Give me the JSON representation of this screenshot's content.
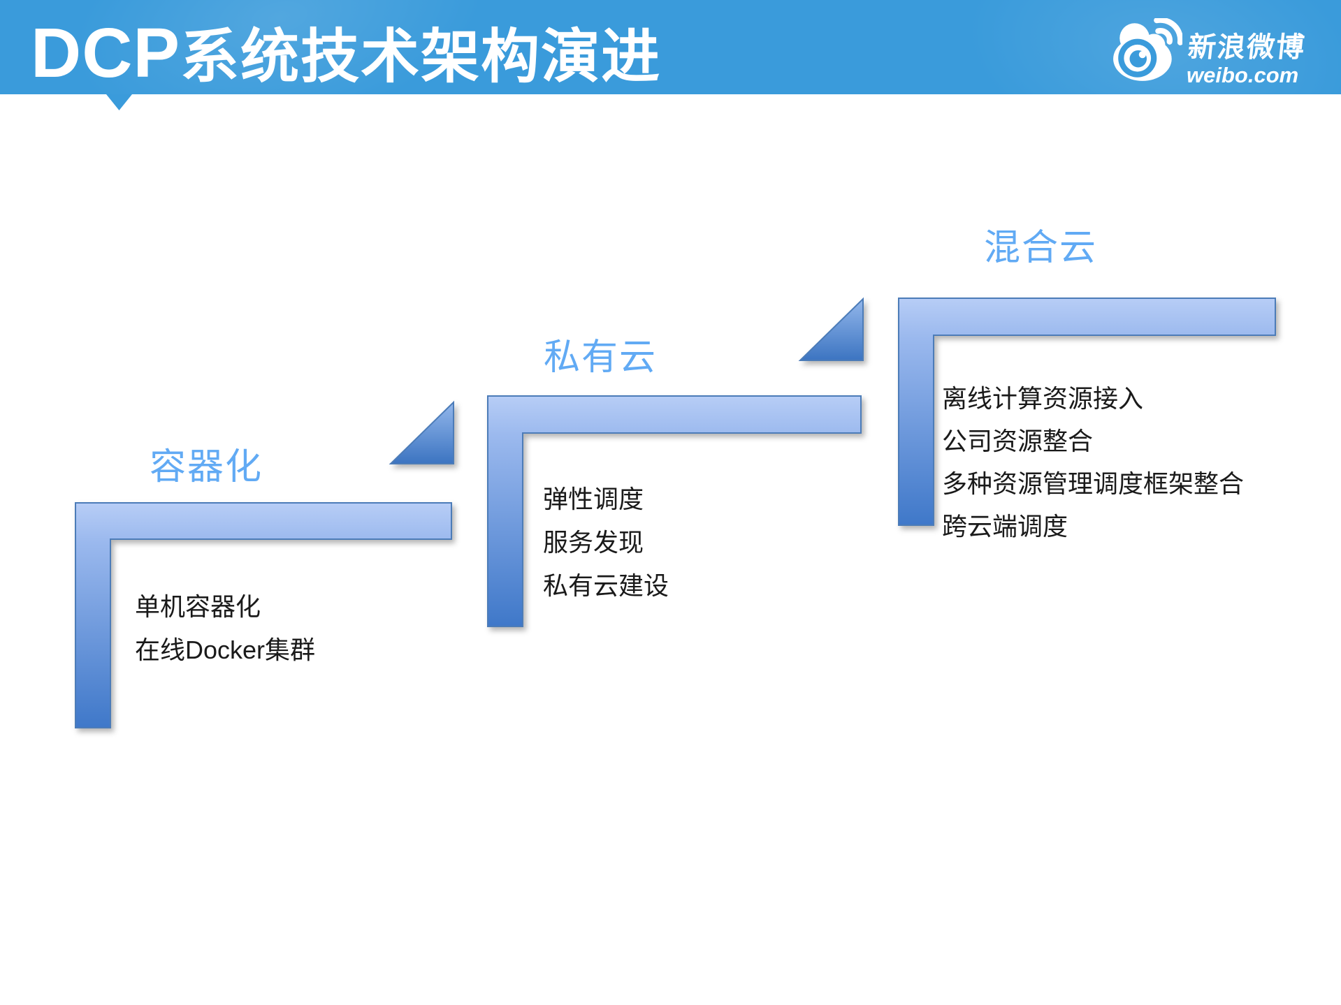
{
  "slide": {
    "title": {
      "latin": "DCP",
      "cjk": "系统技术架构演进"
    },
    "logo": {
      "brand": "新浪微博",
      "domain": "weibo.com"
    }
  },
  "diagram": {
    "type": "staircase-evolution",
    "steps": [
      {
        "label": "容器化",
        "items": [
          "单机容器化",
          "在线Docker集群"
        ]
      },
      {
        "label": "私有云",
        "items": [
          "弹性调度",
          "服务发现",
          "私有云建设"
        ]
      },
      {
        "label": "混合云",
        "items": [
          "离线计算资源接入",
          "公司资源整合",
          "多种资源管理调度框架整合",
          "跨云端调度"
        ]
      }
    ]
  },
  "colors": {
    "header_blue": "#3A9BDB",
    "label_blue": "#61AAF4",
    "shape_light": "#B7CDF6",
    "shape_mid": "#9BB9EE",
    "shape_dark": "#3F78C9",
    "shape_border": "#4C7CB8",
    "body_text": "#1A1A1A"
  }
}
